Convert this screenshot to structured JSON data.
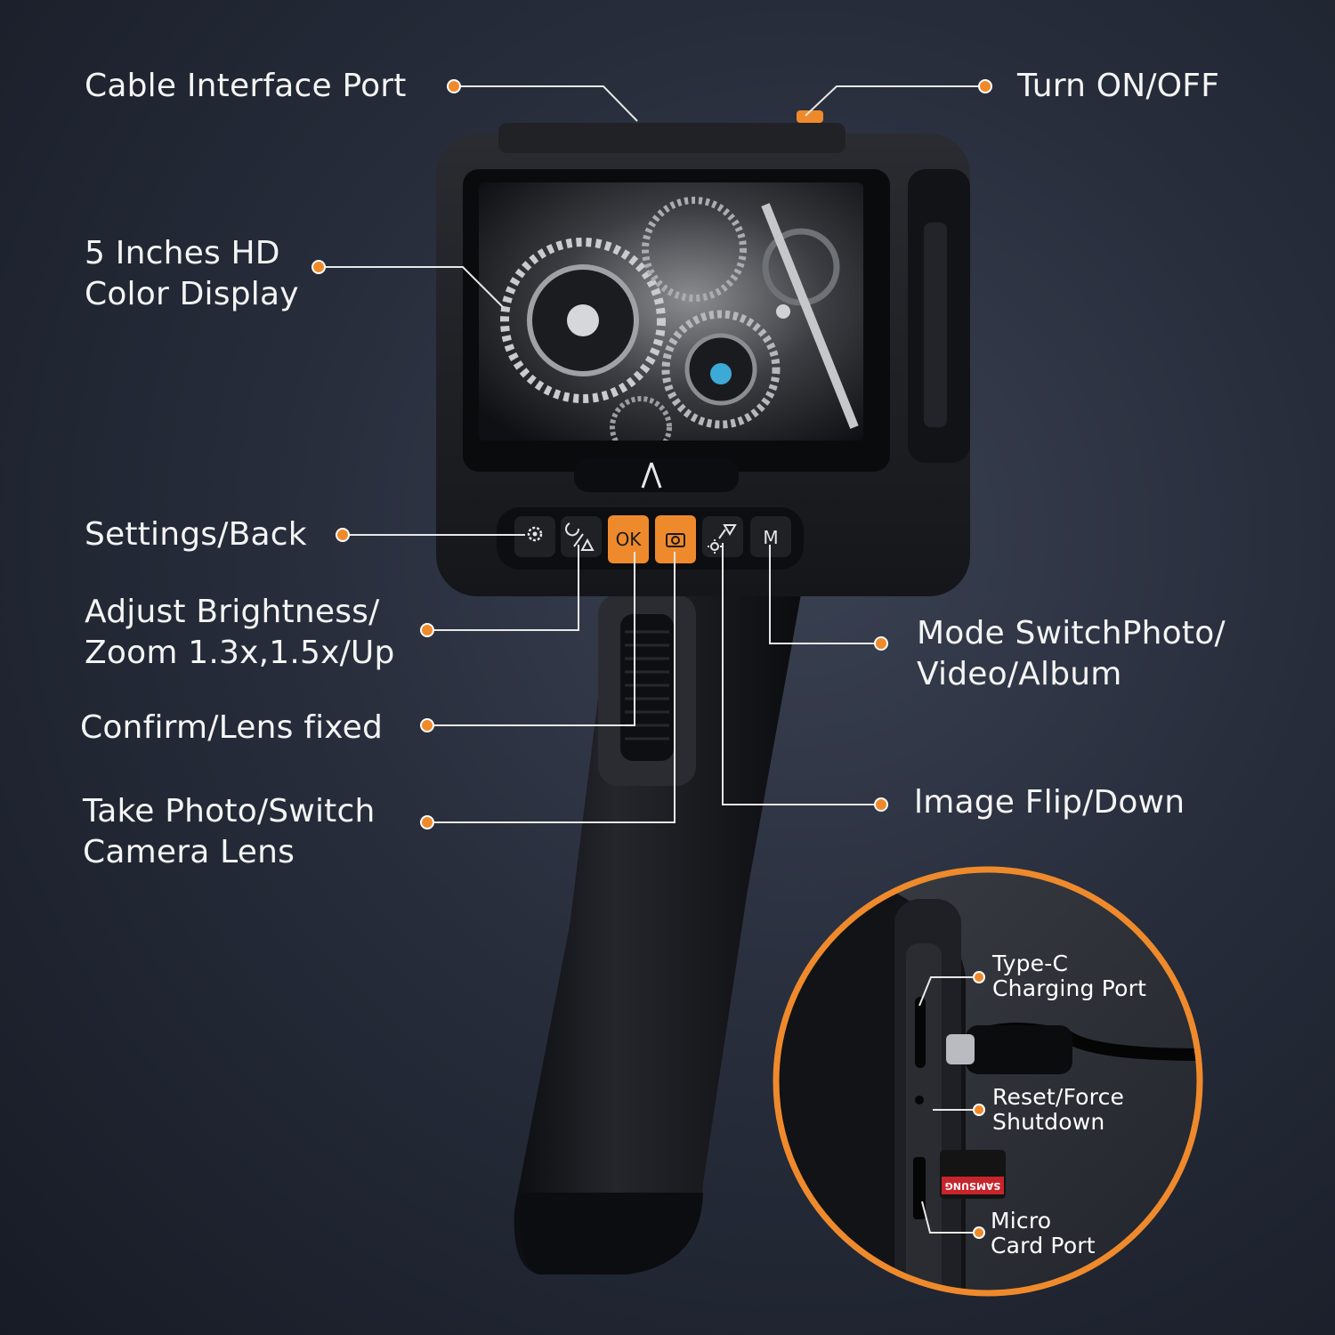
{
  "labels": {
    "cable_port": "Cable Interface Port",
    "power": "Turn ON/OFF",
    "display": [
      "5 Inches HD",
      "Color Display"
    ],
    "settings": "Settings/Back",
    "brightness": [
      "Adjust Brightness/",
      "Zoom 1.3x,1.5x/Up"
    ],
    "confirm": "Confirm/Lens fixed",
    "take_photo": [
      "Take Photo/Switch",
      "Camera Lens"
    ],
    "mode": [
      "Mode SwitchPhoto/",
      "Video/Album"
    ],
    "image_flip": "lmage Flip/Down"
  },
  "inset": {
    "type_c": [
      "Type-C",
      "Charging Port"
    ],
    "reset": [
      "Reset/Force",
      "Shutdown"
    ],
    "micro_card": [
      "Micro",
      "Card Port"
    ],
    "sd_brand": "SAMSUNG"
  },
  "buttons": {
    "ok": "OK",
    "mode": "M"
  },
  "colors": {
    "accent": "#ef8a2c",
    "device_body": "#1b1c20",
    "label_text": "#f4f4f4"
  }
}
